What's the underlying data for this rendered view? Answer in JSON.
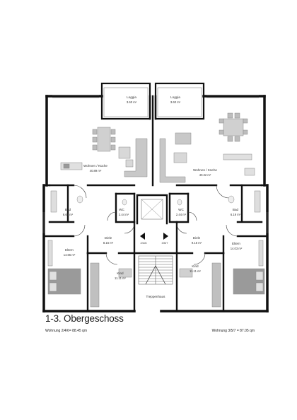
{
  "floor_title": "1-3. Obergeschoss",
  "units": {
    "left": "Wohnung 2/4/6= 88.45 qm",
    "right": "Wohnung 3/5/7 = 87.05 qm"
  },
  "rooms": {
    "loggia_left": {
      "name": "Loggia",
      "area": "3.60 m²"
    },
    "loggia_right": {
      "name": "Loggia",
      "area": "3.60 m²"
    },
    "wohnen_left": {
      "name": "Wohnen / Küche",
      "area": "40.89 m²"
    },
    "wohnen_right": {
      "name": "Wohnen / Küche",
      "area": "40.32 m²"
    },
    "bad_left": {
      "name": "Bad",
      "area": "6.60 m²"
    },
    "bad_right": {
      "name": "Bad",
      "area": "6.19 m²"
    },
    "wc_left": {
      "name": "WC",
      "area": "2.44 m²"
    },
    "wc_right": {
      "name": "WC",
      "area": "2.44 m²"
    },
    "diele_left": {
      "name": "Diele",
      "area": "8.16 m²"
    },
    "diele_right": {
      "name": "Diele",
      "area": "9.16 m²"
    },
    "eltern_left": {
      "name": "Eltern",
      "area": "14.65 m²"
    },
    "eltern_right": {
      "name": "Eltern",
      "area": "14.03 m²"
    },
    "kind_left": {
      "name": "Kind",
      "area": "11.11 m²"
    },
    "kind_right": {
      "name": "Kind",
      "area": "11.11 m²"
    },
    "stair": {
      "name": "Treppenhaus"
    }
  },
  "entrances": {
    "left": "2/4/6",
    "right": "3/5/7"
  }
}
